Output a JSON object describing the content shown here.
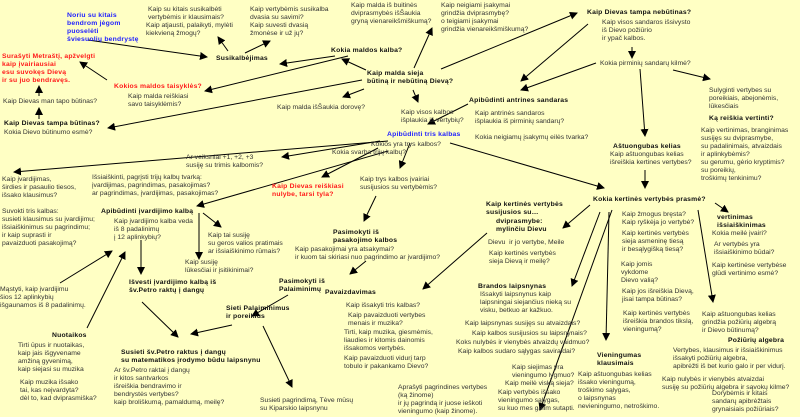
{
  "colors": {
    "background": "#ffffc4",
    "red": "#ff1a1a",
    "blue": "#2222ff"
  },
  "nodes": {
    "n1": "Noriu su kitais\nbendrom jėgom\npuoselėti\nšviesuolių bendrystę",
    "n2a": "Kaip su kitais susikalbėti\nvertybėmis ir klausimais?",
    "n2b": "Kaip atjausti, palaikyti, mylėti\nkiekvieną žmogų?",
    "n3a": "Kaip vertybėmis susikalba\ndvasia su savimi?",
    "n3b": "Kaip suvesti dvasią\nžmonėse ir už jų?",
    "n4": "Susikalbėjimas",
    "n5": "Kaip malda iš buitinės\ndviprasmybės išŠaukia\ngryną vienareikšmiškumą?",
    "n6": "Kaip neigiami įsakymai\ngrindžia dviprasmybę?\no teigiami įsakymai\ngrindžia vienareikšmiškumą?",
    "n7a": "Kaip Dievas tampa nebūtinas?",
    "n7b": "Kaip visos sandaros išsivysto\niš Dievo požiūrio\nir ypač kalbos.",
    "n8": "Kokia maldos kalba?",
    "n9": "Kaip malda sieja\nbūtiną ir nebūtiną Dievą?",
    "n10": "Surašyti Metraštį, apžvelgti\nkaip įvairiausiai\nesu suvokęs Dievą\nir su juo bendravęs.",
    "n11a": "Kokios maldos taisyklės?",
    "n11b": "Kaip malda reiškiasi\nsavo taisyklėmis?",
    "n12": "Kaip Dievas man tapo būtinas?",
    "n13a": "Kaip Dievas tampa būtinas?",
    "n13b": "Kokia Dievo būtinumo esmė?",
    "n14": "Kaip malda išŠaukia dorovę?",
    "n15": "Kaip visos kalbos\nišplaukia iš vertybių?",
    "n16a": "Apibūdinti antrines sandaras",
    "n16b": "Kaip antrinės sandaros\nišplaukia iš pirminių sandarų?",
    "n16c": "Kokia neigiamų įsakymų eilės tvarka?",
    "n17": "Kokia pirminių sandarų kilmė?",
    "n18": "Sulyginti vertybes su\nporeikiais, abejonėmis,\nlūkesčiais",
    "n19a": "Ką reiškia vertinti?",
    "n19b": "Kaip vertinimas, branginimas\nsusijęs su dviprasmybe,\nsu padalinimais, atvaizdais\nir aplinkybėmis?\nsu gerumu, gėrio kryptimis?\nsu poreikių,\ntroškimų tenkinimu?",
    "n20a": "Apibūdinti tris kalbas",
    "n20b": "Kokios yra trys kalbos?",
    "n20c": "Kokia svarba trijų kalbų?",
    "n21": "Ar veiksniai +1, +2, +3\nsusiję su trimis kalbomis?",
    "n22": "Kaip įvardijimas,\nširdies ir pasaulio tiesos,\nišsako klausimus?",
    "n23": "Išsiaiškinti, pagrįsti trijų kalbų tvarką:\nįvardijimas, pagrindimas, pasakojimas?\nar pagrindimas, įvardijimas, pasakojimas?",
    "n24": "Kaip Dievas reiškiasi\nnulybe, tarsi tyla?",
    "n25": "Kaip trys kalbos įvairiai\nsusijusios su vertybėmis?",
    "n26a": "Aštuongubas kelias",
    "n26b": "Kaip aštuongubas kelias\nišreiškia kertines vertybes?",
    "n27": "Kokia kertinės vertybės prasmė?",
    "n28": "Suvokti tris kalbas:\nsusieti klausimus su įvardijimu;\nišsiaiškinimus su pagrindimu;\nir kaip suprasti ir\npavaizduoti pasakojimą?",
    "n29a": "Apibūdinti įvardijimo kalbą",
    "n29b": "Kaip įvardijimo kalba veda\niš 8 padalinimų\nį 12 aplinkybių?",
    "n30": "Kaip tai susiję\nsu geros valios pratimais\nar išsiaiškinimo rūmais?",
    "n31": "Kaip kertinės vertybės\nsusijusios su…",
    "n32": "dviprasmybe:\nmylinčiu Dievu",
    "n33a": "Dievu  ir jo vertybe, Meile",
    "n33b": "Kaip kertinės vertybės\nsieja Dievą ir meilę?",
    "n34": "Kaip žmogus bręsta?\nKaip ryškėja jo vertybė?",
    "n35": "Kaip kertinės vertybės\nsieja asmeninę tiesą\nir besąlygišką tiesą?",
    "n36": "Kaip jomis\nvykdome\nDievo valią?",
    "n37a": "vertinimas\nišsiaiškinimas",
    "n37b": "Kokia meilė įvairi?",
    "n37c": "Ar vertybės yra\nišsiaiškinimo būdai?",
    "n37d": "Kaip kertinėse vertybėse\nglūdi vertinimo esmė?",
    "n38a": "Pasimokyti iš\npasakojimo kalbos",
    "n38b": "Kaip pasakojimai yra atsakymai?\nir kuom tai skiriasi nuo pagrindimo ar įvardijimo?",
    "n39": "Kaip susiję\nlūkesčiai ir įsitikinimai?",
    "n40": "Mąstyti, kaip įvardijimu\nšios 12 aplinkybių\nišgaunamos iš 8 padalinimų.",
    "n41": "Išvesti įvardijimo kalbą iš\nšv.Petro raktų į dangų",
    "n42": "Pasimokyti iš\nPalaiminimų",
    "n43": "Sieti Palaiminimus\nir poreikius",
    "n44": "Pavaizdavimas",
    "n45": "Kaip išsakyti tris kalbas?",
    "n46a": "Kaip pavaizduoti vertybes\nmenais ir muzika?",
    "n46b": "Tirti, kaip muzika, giesmėmis,\nliaudies ir kitomis dainomis\nišsakomos vertybės.",
    "n46c": "Kaip pavaizduoti vidurį tarp\ntobulo ir pakankamo Dievo?",
    "n47a": "Brandos laipsnynas",
    "n47b": "Išsakyti laipsnynus kaip\nlaipsningai siejančius nieką su\nvisku, betkuo ar kažkuo.",
    "n48a": "Kaip laipsnynas susijęs su atvaizdais?",
    "n48b": "Kaip kalbos susijusios su laipsnynais?",
    "n48c": "Koks nulybės ir vienybės atvaizdų vaidmuo?",
    "n48d": "Kaip kalbos sudaro sąlygas saviraidai?",
    "n49a": "Nuotaikos",
    "n49b": "Tirti ūpus ir nuotaikas,\nkaip jais išgyvename\namžiną gyvenimą,\nkaip siejasi su muzika",
    "n50": "Kaip muzika išsako\ntai, kas neįvardyta?\ndėl to, kad dviprasmiška?",
    "n51": "Susieti šv.Petro raktus į dangų\nsu matematikos įrodymo būdu laipsnynu",
    "n52": "Ar šv.Petro raktai į dangų\nir kitos santvarkos\nišreiškia bendravimo ir\nbendrystės vertybes?\nkaip broliškumą, pamaldumą, meilę?",
    "n53": "Susieti pagrindimą, Tėve mūsų\nsu Kiparskio laipsnynu",
    "n54": "Aprašyti pagrindines vertybes\n(ką žinome)\nir jų pagrindą ir juose ieškoti\nvieningumo (kaip žinome).",
    "n55a": "Kaip siejimas yra\nvieningumo lygmuo?",
    "n55b": "Kaip meilė viską sieja?",
    "n55c": "Kaip vertybės išsako\nvieningumo sąlygas,\nsu kuo mes galim sutapti.",
    "n56a": "Vieningumas\nklausimais",
    "n56b": "Kaip aštuongubas kelias\nišsako vieningumą,\ntroškimo sąlygas,\no laipsnynas\nnevieningumo, netroškimo.",
    "n57a": "Kaip jos išreiškia Dievą,\njisai tampa būtinas?",
    "n57b": "Kaip kertinės vertybės\nišreiškia brandos tikslą,\nvieningumą?",
    "n58": "Kaip aštuongubas kelias\ngrindžia požiūrių algebrą\nir Dievo būtinumą?",
    "n59a": "Požiūrių algebra",
    "n59b": "Vertybes, klausimus ir išsiaiškinimus\nišsakyti požiūrių algebra,\napibrėžti iš bet kurio galo ir per vidurį.",
    "n60a": "Kaip nulybės ir vienybės atvaizdai\nsusiję su požiūrių algebra ir sąvokų kilme?",
    "n60b": "Dorybėmis ir kitais\nsandarų apibrėžtais\ngrynaisiais požiūriais?"
  }
}
